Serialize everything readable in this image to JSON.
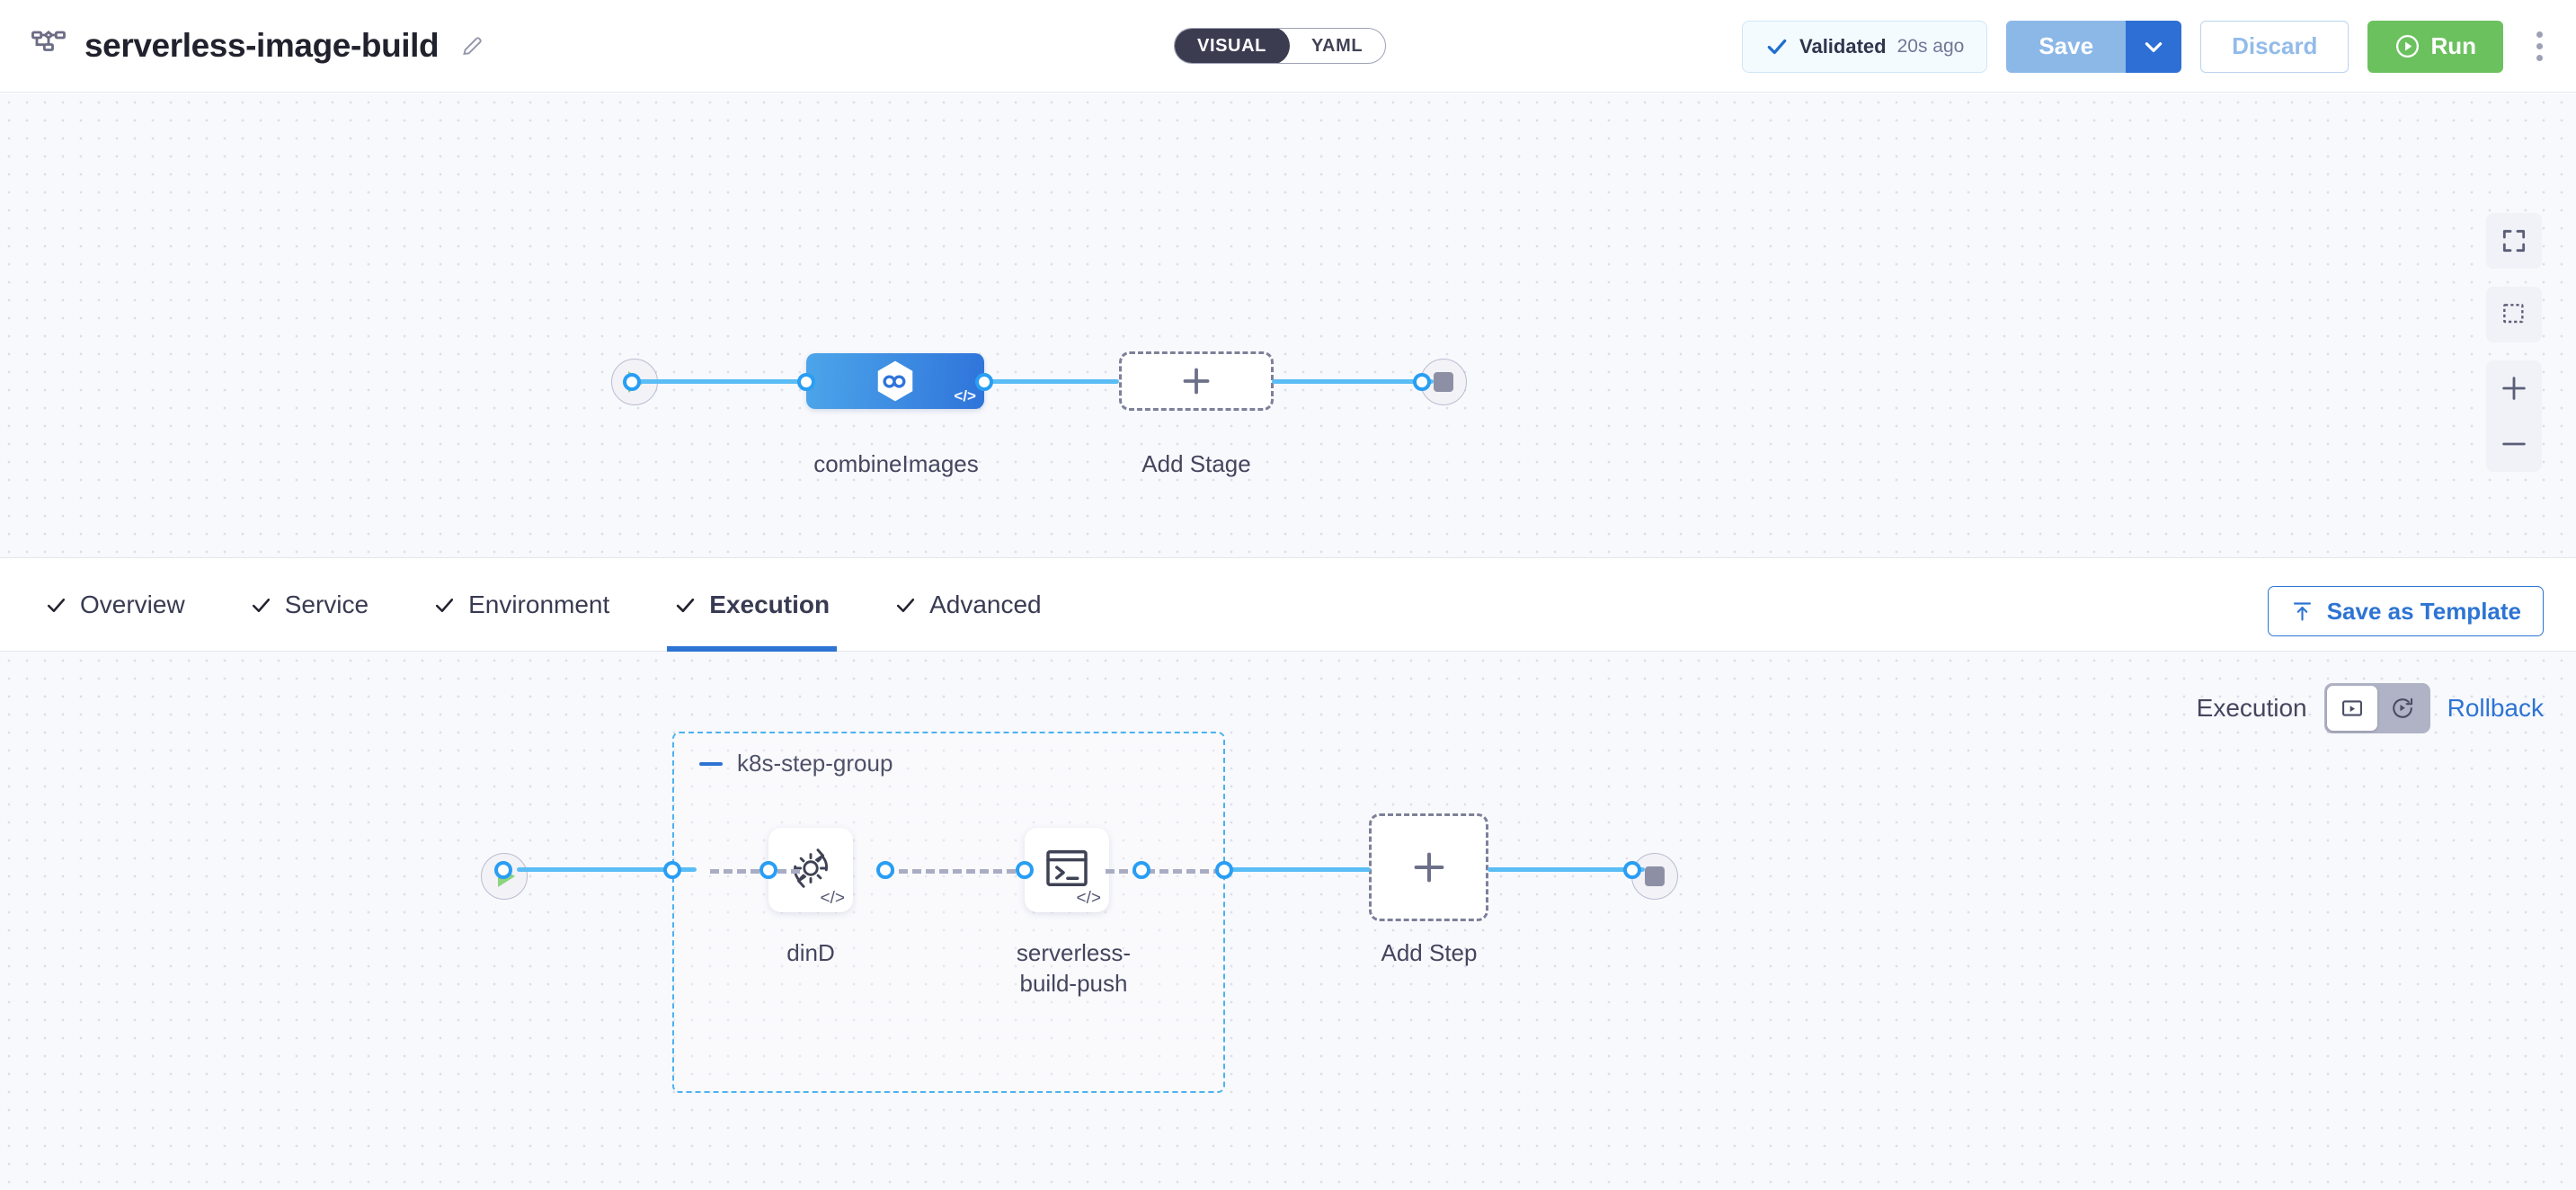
{
  "header": {
    "pipeline_icon": "pipeline-icon",
    "title": "serverless-image-build",
    "edit_icon": "pencil-icon",
    "mode_toggle": {
      "visual_label": "VISUAL",
      "yaml_label": "YAML",
      "selected": "VISUAL"
    },
    "validated": {
      "check_icon": "check-icon",
      "label": "Validated",
      "time": "20s ago"
    },
    "save_label": "Save",
    "save_caret_icon": "chevron-down-icon",
    "discard_label": "Discard",
    "run_label": "Run",
    "run_icon": "play-circle-icon",
    "kebab_icon": "more-vertical-icon"
  },
  "stage_canvas": {
    "start_node": {
      "icon": "play-icon",
      "name": "pipeline-start"
    },
    "end_node": {
      "icon": "stop-icon",
      "name": "pipeline-end"
    },
    "stages": [
      {
        "label": "combineImages",
        "icon": "ci-hexagon-icon",
        "badge": "</>",
        "selected": true
      }
    ],
    "add_stage": {
      "label": "Add Stage",
      "icon": "plus-icon"
    }
  },
  "canvas_tools": [
    {
      "name": "fit-to-screen-button",
      "icon": "fit-screen-icon"
    },
    {
      "name": "selection-box-button",
      "icon": "marquee-select-icon"
    },
    {
      "name": "zoom-in-button",
      "icon": "plus-icon"
    },
    {
      "name": "zoom-out-button",
      "icon": "minus-icon"
    }
  ],
  "tabs": [
    {
      "label": "Overview",
      "checked": true,
      "active": false
    },
    {
      "label": "Service",
      "checked": true,
      "active": false
    },
    {
      "label": "Environment",
      "checked": true,
      "active": false
    },
    {
      "label": "Execution",
      "checked": true,
      "active": true
    },
    {
      "label": "Advanced",
      "checked": true,
      "active": false
    }
  ],
  "save_as_template": {
    "label": "Save as Template",
    "icon": "template-upload-icon"
  },
  "execution_panel": {
    "execution_label": "Execution",
    "rollback_label": "Rollback",
    "execution_icon": "play-box-icon",
    "rollback_icon": "rollback-icon",
    "selected": "Execution"
  },
  "step_canvas": {
    "start_node": {
      "icon": "play-icon",
      "name": "execution-start"
    },
    "end_node": {
      "icon": "stop-icon",
      "name": "execution-end"
    },
    "step_group": {
      "title": "k8s-step-group",
      "collapse_icon": "minus-icon",
      "steps": [
        {
          "label": "dinD",
          "icon": "gear-rotate-icon",
          "badge": "</>"
        },
        {
          "label": "serverless-\nbuild-push",
          "icon": "terminal-icon",
          "badge": "</>"
        }
      ]
    },
    "add_step": {
      "label": "Add Step",
      "icon": "plus-icon"
    }
  }
}
